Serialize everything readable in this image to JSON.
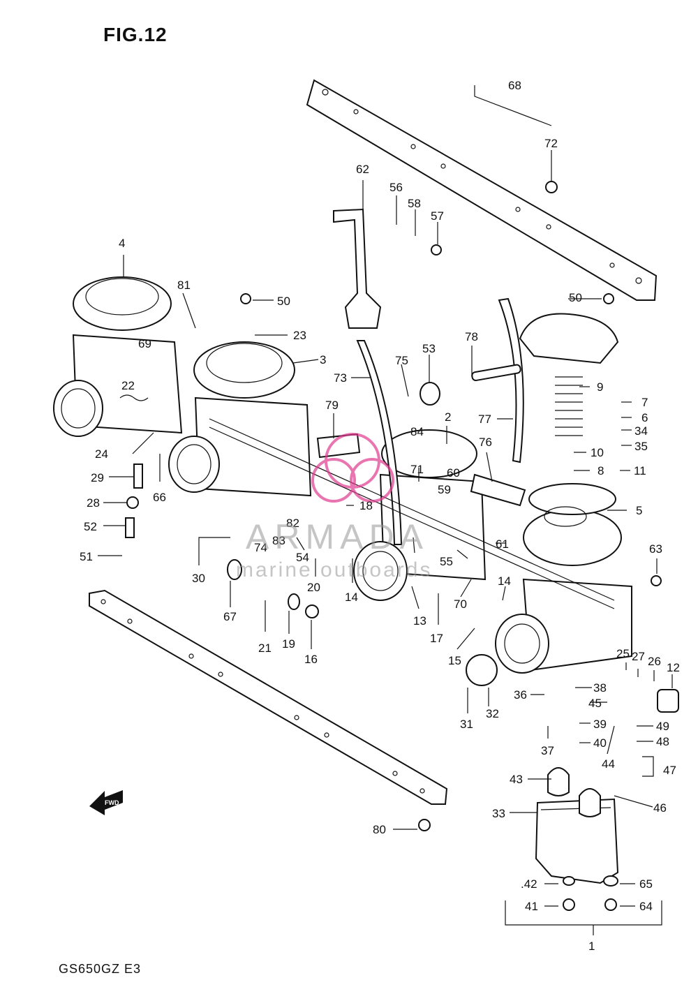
{
  "figure": {
    "title": "FIG.12",
    "model": "GS650GZ  E3"
  },
  "watermark": {
    "brand": "ARMADA",
    "tagline": "marine outboards",
    "logo_color": "#e13b8f"
  },
  "callouts": [
    {
      "id": "c1",
      "text": "1"
    },
    {
      "id": "c2",
      "text": "2"
    },
    {
      "id": "c3",
      "text": "3"
    },
    {
      "id": "c4",
      "text": "4"
    },
    {
      "id": "c5",
      "text": "5"
    },
    {
      "id": "c6",
      "text": "6"
    },
    {
      "id": "c7",
      "text": "7"
    },
    {
      "id": "c8",
      "text": "8"
    },
    {
      "id": "c9",
      "text": "9"
    },
    {
      "id": "c10",
      "text": "10"
    },
    {
      "id": "c11",
      "text": "11"
    },
    {
      "id": "c12",
      "text": "12"
    },
    {
      "id": "c13",
      "text": "13"
    },
    {
      "id": "c14a",
      "text": "14"
    },
    {
      "id": "c14b",
      "text": "14"
    },
    {
      "id": "c15",
      "text": "15"
    },
    {
      "id": "c16",
      "text": "16"
    },
    {
      "id": "c17",
      "text": "17"
    },
    {
      "id": "c18",
      "text": "18"
    },
    {
      "id": "c19",
      "text": "19"
    },
    {
      "id": "c20",
      "text": "20"
    },
    {
      "id": "c21",
      "text": "21"
    },
    {
      "id": "c22",
      "text": "22"
    },
    {
      "id": "c23",
      "text": "23"
    },
    {
      "id": "c24",
      "text": "24"
    },
    {
      "id": "c25",
      "text": "25"
    },
    {
      "id": "c26",
      "text": "26"
    },
    {
      "id": "c27",
      "text": "27"
    },
    {
      "id": "c28",
      "text": "28"
    },
    {
      "id": "c29",
      "text": "29"
    },
    {
      "id": "c30",
      "text": "30"
    },
    {
      "id": "c31",
      "text": "31"
    },
    {
      "id": "c32",
      "text": "32"
    },
    {
      "id": "c33",
      "text": "33"
    },
    {
      "id": "c34",
      "text": "34"
    },
    {
      "id": "c35",
      "text": "35"
    },
    {
      "id": "c36",
      "text": "36"
    },
    {
      "id": "c37",
      "text": "37"
    },
    {
      "id": "c38",
      "text": "38"
    },
    {
      "id": "c39",
      "text": "39"
    },
    {
      "id": "c40",
      "text": "40"
    },
    {
      "id": "c41",
      "text": "41"
    },
    {
      "id": "c42",
      "text": ".42"
    },
    {
      "id": "c43",
      "text": "43"
    },
    {
      "id": "c44",
      "text": "44"
    },
    {
      "id": "c45",
      "text": "45"
    },
    {
      "id": "c46",
      "text": "46"
    },
    {
      "id": "c47",
      "text": "47"
    },
    {
      "id": "c48",
      "text": "48"
    },
    {
      "id": "c49",
      "text": "49"
    },
    {
      "id": "c50a",
      "text": "50"
    },
    {
      "id": "c50b",
      "text": "50"
    },
    {
      "id": "c51",
      "text": "51"
    },
    {
      "id": "c52",
      "text": "52"
    },
    {
      "id": "c53",
      "text": "53"
    },
    {
      "id": "c54",
      "text": "54"
    },
    {
      "id": "c55",
      "text": "55"
    },
    {
      "id": "c56",
      "text": "56"
    },
    {
      "id": "c57",
      "text": "57"
    },
    {
      "id": "c58",
      "text": "58"
    },
    {
      "id": "c59",
      "text": "59"
    },
    {
      "id": "c60",
      "text": "60"
    },
    {
      "id": "c61",
      "text": "61"
    },
    {
      "id": "c62",
      "text": "62"
    },
    {
      "id": "c63",
      "text": "63"
    },
    {
      "id": "c64",
      "text": "64"
    },
    {
      "id": "c65",
      "text": "65"
    },
    {
      "id": "c66",
      "text": "66"
    },
    {
      "id": "c67",
      "text": "67"
    },
    {
      "id": "c68",
      "text": "68"
    },
    {
      "id": "c69",
      "text": "69"
    },
    {
      "id": "c70",
      "text": "70"
    },
    {
      "id": "c71",
      "text": "71"
    },
    {
      "id": "c72",
      "text": "72"
    },
    {
      "id": "c73",
      "text": "73"
    },
    {
      "id": "c74",
      "text": "74"
    },
    {
      "id": "c75",
      "text": "75"
    },
    {
      "id": "c76",
      "text": "76"
    },
    {
      "id": "c77",
      "text": "77"
    },
    {
      "id": "c78",
      "text": "78"
    },
    {
      "id": "c79",
      "text": "79"
    },
    {
      "id": "c80",
      "text": "80"
    },
    {
      "id": "c81",
      "text": "81"
    },
    {
      "id": "c82",
      "text": "82"
    },
    {
      "id": "c83",
      "text": "83"
    },
    {
      "id": "c84",
      "text": "84"
    }
  ]
}
